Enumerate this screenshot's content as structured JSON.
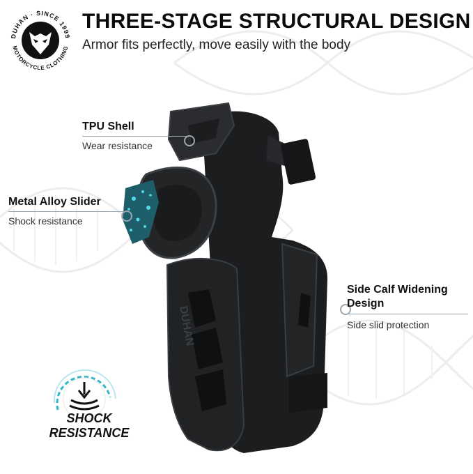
{
  "header": {
    "title": "THREE-STAGE STRUCTURAL DESIGN",
    "subtitle": "Armor fits perfectly, move easily with the body"
  },
  "logo": {
    "top_text": "DUHAN · SINCE 1999",
    "bottom_text": "MOTORCYCLE CLOTHING",
    "icon": "fox-mask-icon"
  },
  "product": {
    "brand_mark": "DUHAN",
    "icon": "knee-pad-image"
  },
  "callouts": {
    "tpu": {
      "name": "TPU Shell",
      "desc": "Wear resistance"
    },
    "metal": {
      "name": "Metal Alloy Slider",
      "desc": "Shock resistance"
    },
    "side": {
      "name_line1": "Side Calf Widening",
      "name_line2": "Design",
      "desc": "Side slid protection"
    }
  },
  "badge": {
    "line1": "SHOCK",
    "line2": "RESISTANCE",
    "icon": "shock-absorb-icon"
  },
  "colors": {
    "text": "#111111",
    "rule": "#9aa7b0",
    "accent_cyan": "#2fb6c9",
    "armor": "#1a1b1d"
  }
}
